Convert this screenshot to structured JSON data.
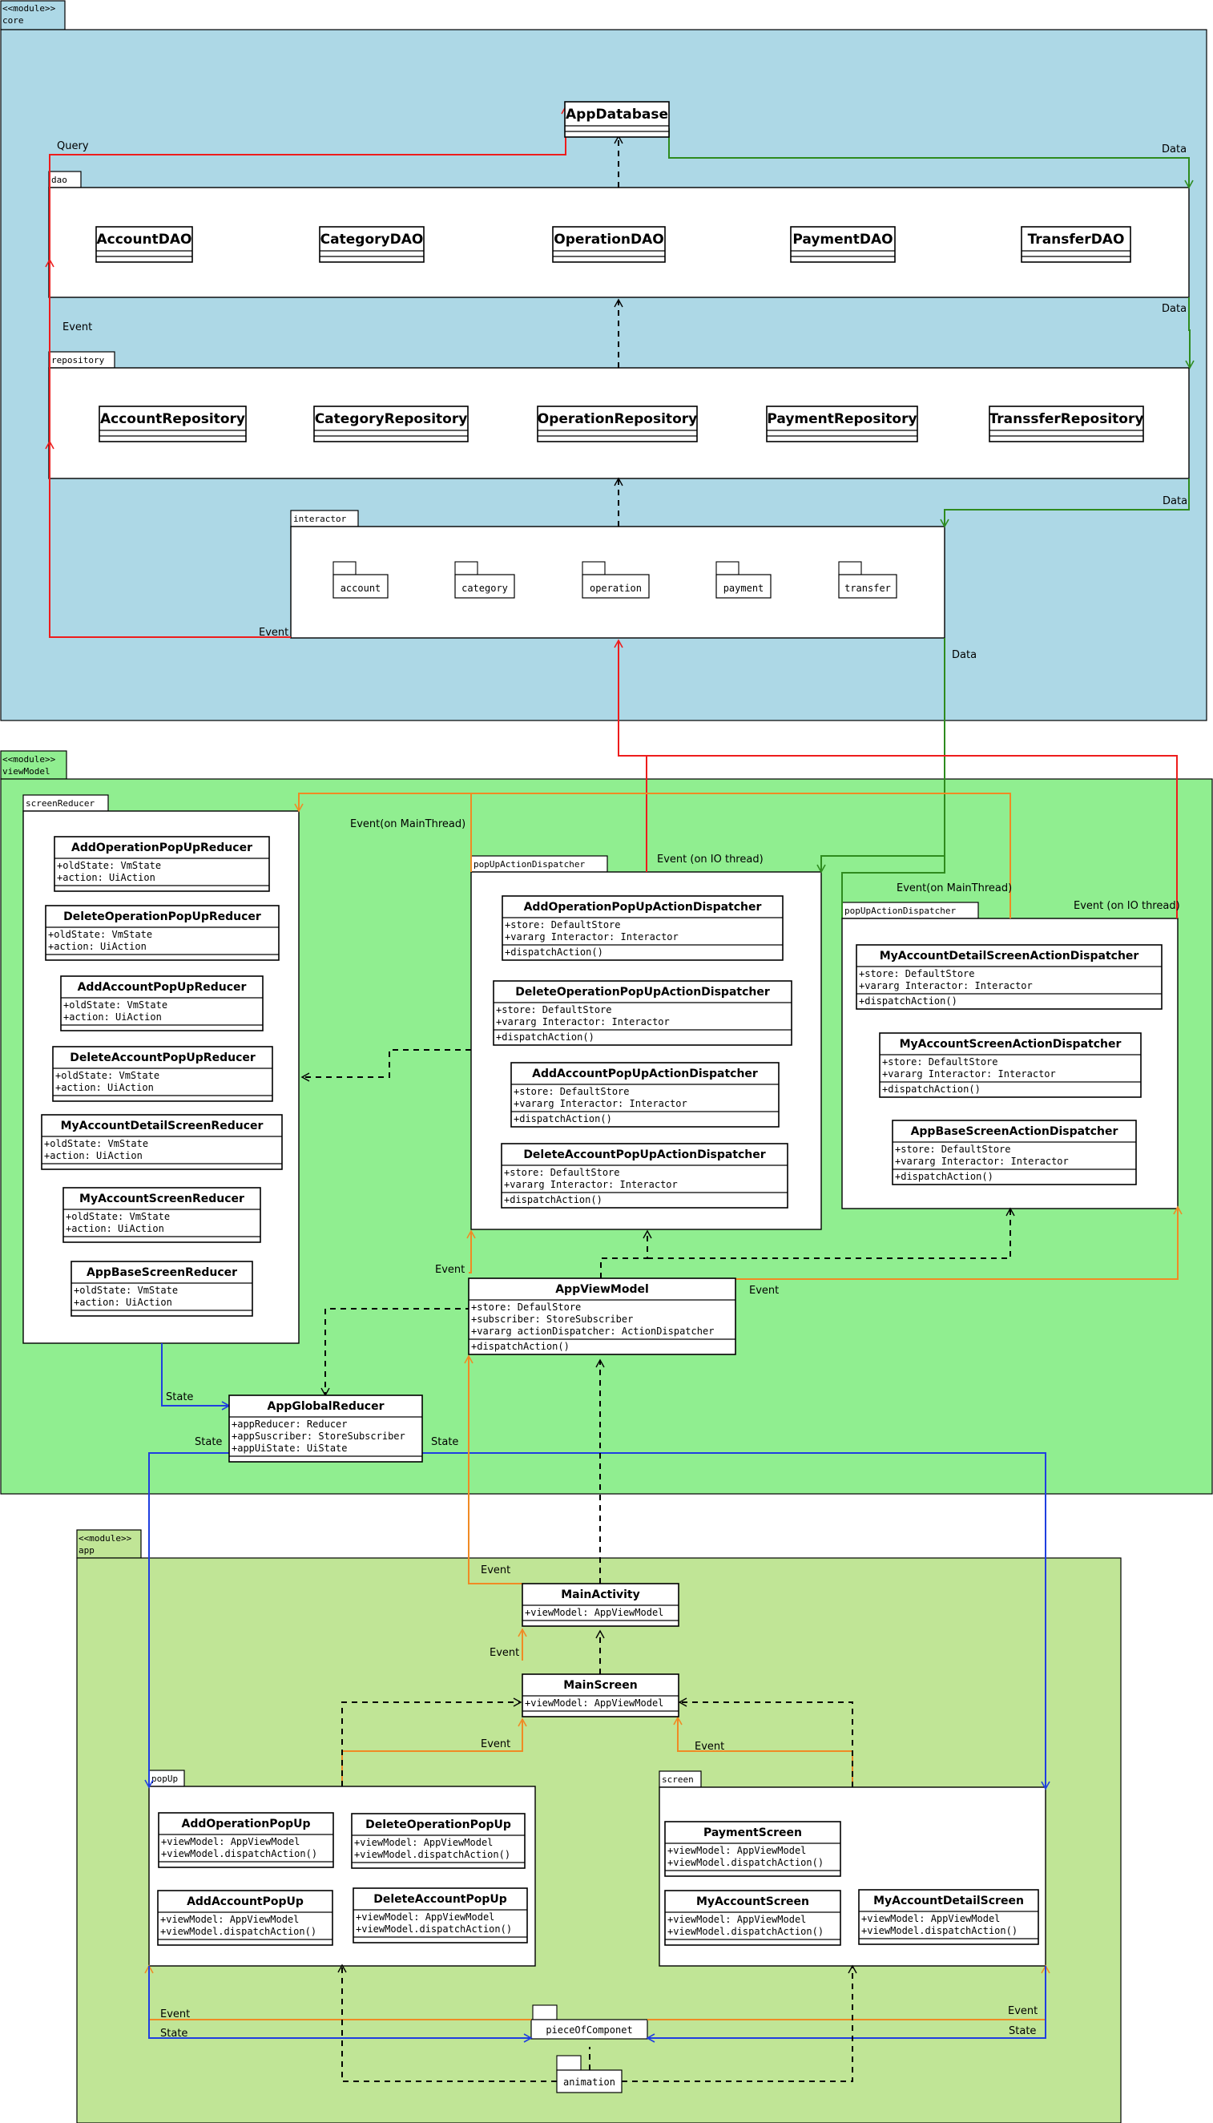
{
  "modules": {
    "core": {
      "stereotype": "<<module>>",
      "name": "core"
    },
    "viewModel": {
      "stereotype": "<<module>>",
      "name": "viewModel"
    },
    "app": {
      "stereotype": "<<module>>",
      "name": "app"
    }
  },
  "packages": {
    "dao": "dao",
    "repository": "repository",
    "interactor": "interactor",
    "screenReducer": "screenReducer",
    "popUpActionDispatcher1": "popUpActionDispatcher",
    "popUpActionDispatcher2": "popUpActionDispatcher",
    "popUp": "popUp",
    "screen": "screen",
    "pieceOfComponent": "pieceOfComponet",
    "animation": "animation"
  },
  "interactor_packages": [
    "account",
    "category",
    "operation",
    "payment",
    "transfer"
  ],
  "classes": {
    "AppDatabase": {
      "name": "AppDatabase",
      "attrs": [],
      "ops": []
    },
    "AccountDAO": {
      "name": "AccountDAO",
      "attrs": [],
      "ops": []
    },
    "CategoryDAO": {
      "name": "CategoryDAO",
      "attrs": [],
      "ops": []
    },
    "OperationDAO": {
      "name": "OperationDAO",
      "attrs": [],
      "ops": []
    },
    "PaymentDAO": {
      "name": "PaymentDAO",
      "attrs": [],
      "ops": []
    },
    "TransferDAO": {
      "name": "TransferDAO",
      "attrs": [],
      "ops": []
    },
    "AccountRepository": {
      "name": "AccountRepository",
      "attrs": [],
      "ops": []
    },
    "CategoryRepository": {
      "name": "CategoryRepository",
      "attrs": [],
      "ops": []
    },
    "OperationRepository": {
      "name": "OperationRepository",
      "attrs": [],
      "ops": []
    },
    "PaymentRepository": {
      "name": "PaymentRepository",
      "attrs": [],
      "ops": []
    },
    "TranssferRepository": {
      "name": "TranssferRepository",
      "attrs": [],
      "ops": []
    },
    "AddOperationPopUpReducer": {
      "name": "AddOperationPopUpReducer",
      "attrs": [
        "+oldState: VmState",
        "+action: UiAction"
      ],
      "ops": []
    },
    "DeleteOperationPopUpReducer": {
      "name": "DeleteOperationPopUpReducer",
      "attrs": [
        "+oldState: VmState",
        "+action: UiAction"
      ],
      "ops": []
    },
    "AddAccountPopUpReducer": {
      "name": "AddAccountPopUpReducer",
      "attrs": [
        "+oldState: VmState",
        "+action: UiAction"
      ],
      "ops": []
    },
    "DeleteAccountPopUpReducer": {
      "name": "DeleteAccountPopUpReducer",
      "attrs": [
        "+oldState: VmState",
        "+action: UiAction"
      ],
      "ops": []
    },
    "MyAccountDetailScreenReducer": {
      "name": "MyAccountDetailScreenReducer",
      "attrs": [
        "+oldState: VmState",
        "+action: UiAction"
      ],
      "ops": []
    },
    "MyAccountScreenReducer": {
      "name": "MyAccountScreenReducer",
      "attrs": [
        "+oldState: VmState",
        "+action: UiAction"
      ],
      "ops": []
    },
    "AppBaseScreenReducer": {
      "name": "AppBaseScreenReducer",
      "attrs": [
        "+oldState: VmState",
        "+action: UiAction"
      ],
      "ops": []
    },
    "AddOperationPopUpActionDispatcher": {
      "name": "AddOperationPopUpActionDispatcher",
      "attrs": [
        "+store: DefaultStore",
        "+vararg Interactor: Interactor"
      ],
      "ops": [
        "+dispatchAction()"
      ]
    },
    "DeleteOperationPopUpActionDispatcher": {
      "name": "DeleteOperationPopUpActionDispatcher",
      "attrs": [
        "+store: DefaultStore",
        "+vararg Interactor: Interactor"
      ],
      "ops": [
        "+dispatchAction()"
      ]
    },
    "AddAccountPopUpActionDispatcher": {
      "name": "AddAccountPopUpActionDispatcher",
      "attrs": [
        "+store: DefaultStore",
        "+vararg Interactor: Interactor"
      ],
      "ops": [
        "+dispatchAction()"
      ]
    },
    "DeleteAccountPopUpActionDispatcher": {
      "name": "DeleteAccountPopUpActionDispatcher",
      "attrs": [
        "+store: DefaultStore",
        "+vararg Interactor: Interactor"
      ],
      "ops": [
        "+dispatchAction()"
      ]
    },
    "MyAccountDetailScreenActionDispatcher": {
      "name": "MyAccountDetailScreenActionDispatcher",
      "attrs": [
        "+store: DefaultStore",
        "+vararg Interactor: Interactor"
      ],
      "ops": [
        "+dispatchAction()"
      ]
    },
    "MyAccountScreenActionDispatcher": {
      "name": "MyAccountScreenActionDispatcher",
      "attrs": [
        "+store: DefaultStore",
        "+vararg Interactor: Interactor"
      ],
      "ops": [
        "+dispatchAction()"
      ]
    },
    "AppBaseScreenActionDispatcher": {
      "name": "AppBaseScreenActionDispatcher",
      "attrs": [
        "+store: DefaultStore",
        "+vararg Interactor: Interactor"
      ],
      "ops": [
        "+dispatchAction()"
      ]
    },
    "AppViewModel": {
      "name": "AppViewModel",
      "attrs": [
        "+store: DefaulStore",
        "+subscriber: StoreSubscriber",
        "+vararg actionDispatcher: ActionDispatcher"
      ],
      "ops": [
        "+dispatchAction()"
      ]
    },
    "AppGlobalReducer": {
      "name": "AppGlobalReducer",
      "attrs": [
        "+appReducer: Reducer",
        "+appSuscriber: StoreSubscriber",
        "+appUiState: UiState"
      ],
      "ops": []
    },
    "MainActivity": {
      "name": "MainActivity",
      "attrs": [
        "+viewModel: AppViewModel"
      ],
      "ops": []
    },
    "MainScreen": {
      "name": "MainScreen",
      "attrs": [
        "+viewModel: AppViewModel"
      ],
      "ops": []
    },
    "AddOperationPopUp": {
      "name": "AddOperationPopUp",
      "attrs": [
        "+viewModel: AppViewModel",
        "+viewModel.dispatchAction()"
      ],
      "ops": []
    },
    "DeleteOperationPopUp": {
      "name": "DeleteOperationPopUp",
      "attrs": [
        "+viewModel: AppViewModel",
        "+viewModel.dispatchAction()"
      ],
      "ops": []
    },
    "AddAccountPopUp": {
      "name": "AddAccountPopUp",
      "attrs": [
        "+viewModel: AppViewModel",
        "+viewModel.dispatchAction()"
      ],
      "ops": []
    },
    "DeleteAccountPopUp": {
      "name": "DeleteAccountPopUp",
      "attrs": [
        "+viewModel: AppViewModel",
        "+viewModel.dispatchAction()"
      ],
      "ops": []
    },
    "PaymentScreen": {
      "name": "PaymentScreen",
      "attrs": [
        "+viewModel: AppViewModel",
        "+viewModel.dispatchAction()"
      ],
      "ops": []
    },
    "MyAccountScreen": {
      "name": "MyAccountScreen",
      "attrs": [
        "+viewModel: AppViewModel",
        "+viewModel.dispatchAction()"
      ],
      "ops": []
    },
    "MyAccountDetailScreen": {
      "name": "MyAccountDetailScreen",
      "attrs": [
        "+viewModel: AppViewModel",
        "+viewModel.dispatchAction()"
      ],
      "ops": []
    }
  },
  "edge_labels": {
    "query": "Query",
    "data": "Data",
    "event": "Event",
    "state": "State",
    "eventMain": "Event(on MainThread)",
    "eventIO": "Event (on IO thread)"
  },
  "colors": {
    "core_bg": "#add8e6",
    "viewmodel_bg": "#90ee90",
    "app_bg": "#c0e596",
    "red": "#ee1c1c",
    "green": "#2e8b1e",
    "orange": "#f08a24",
    "blue": "#1f3fe0",
    "black": "#000000"
  }
}
